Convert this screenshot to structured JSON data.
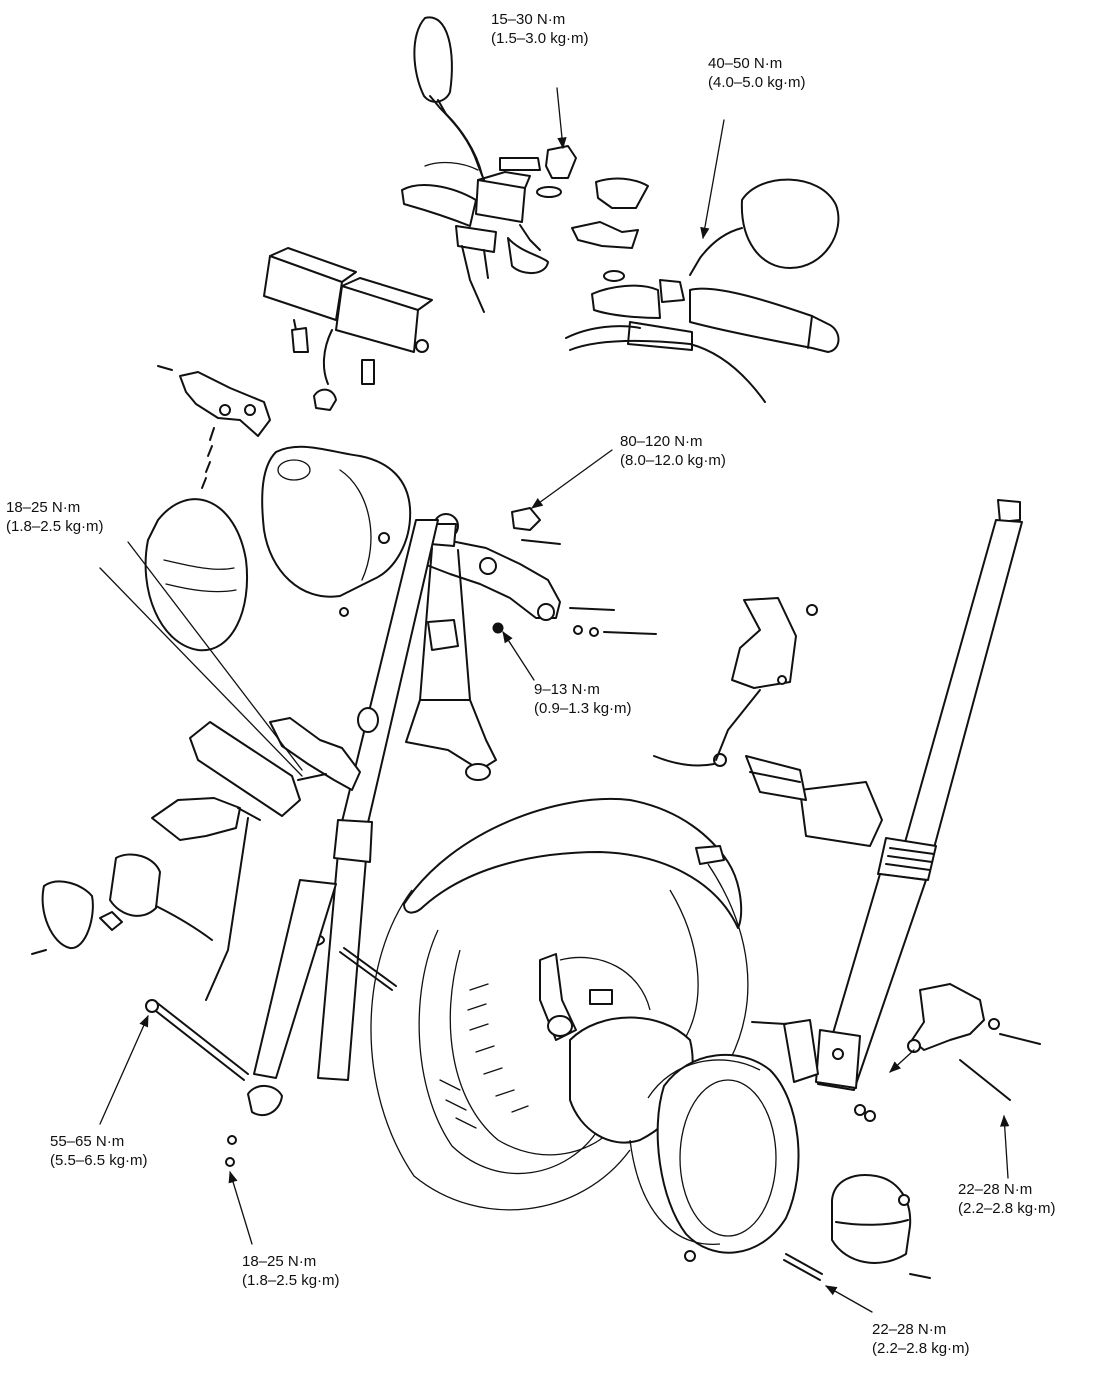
{
  "torque_labels": [
    {
      "id": "mirror-top",
      "nm": "15–30 N·m",
      "kgm": "(1.5–3.0 kg·m)"
    },
    {
      "id": "mirror-right",
      "nm": "40–50 N·m",
      "kgm": "(4.0–5.0 kg·m)"
    },
    {
      "id": "stem-nut",
      "nm": "80–120 N·m",
      "kgm": "(8.0–12.0 kg·m)"
    },
    {
      "id": "headlight-bolt",
      "nm": "18–25 N·m",
      "kgm": "(1.8–2.5 kg·m)"
    },
    {
      "id": "top-bridge-pinch",
      "nm": "9–13 N·m",
      "kgm": "(0.9–1.3 kg·m)"
    },
    {
      "id": "axle",
      "nm": "55–65 N·m",
      "kgm": "(5.5–6.5 kg·m)"
    },
    {
      "id": "axle-holder",
      "nm": "18–25 N·m",
      "kgm": "(1.8–2.5 kg·m)"
    },
    {
      "id": "caliper-bracket",
      "nm": "22–28 N·m",
      "kgm": "(2.2–2.8 kg·m)"
    },
    {
      "id": "caliper-mount",
      "nm": "22–28 N·m",
      "kgm": "(2.2–2.8 kg·m)"
    }
  ]
}
